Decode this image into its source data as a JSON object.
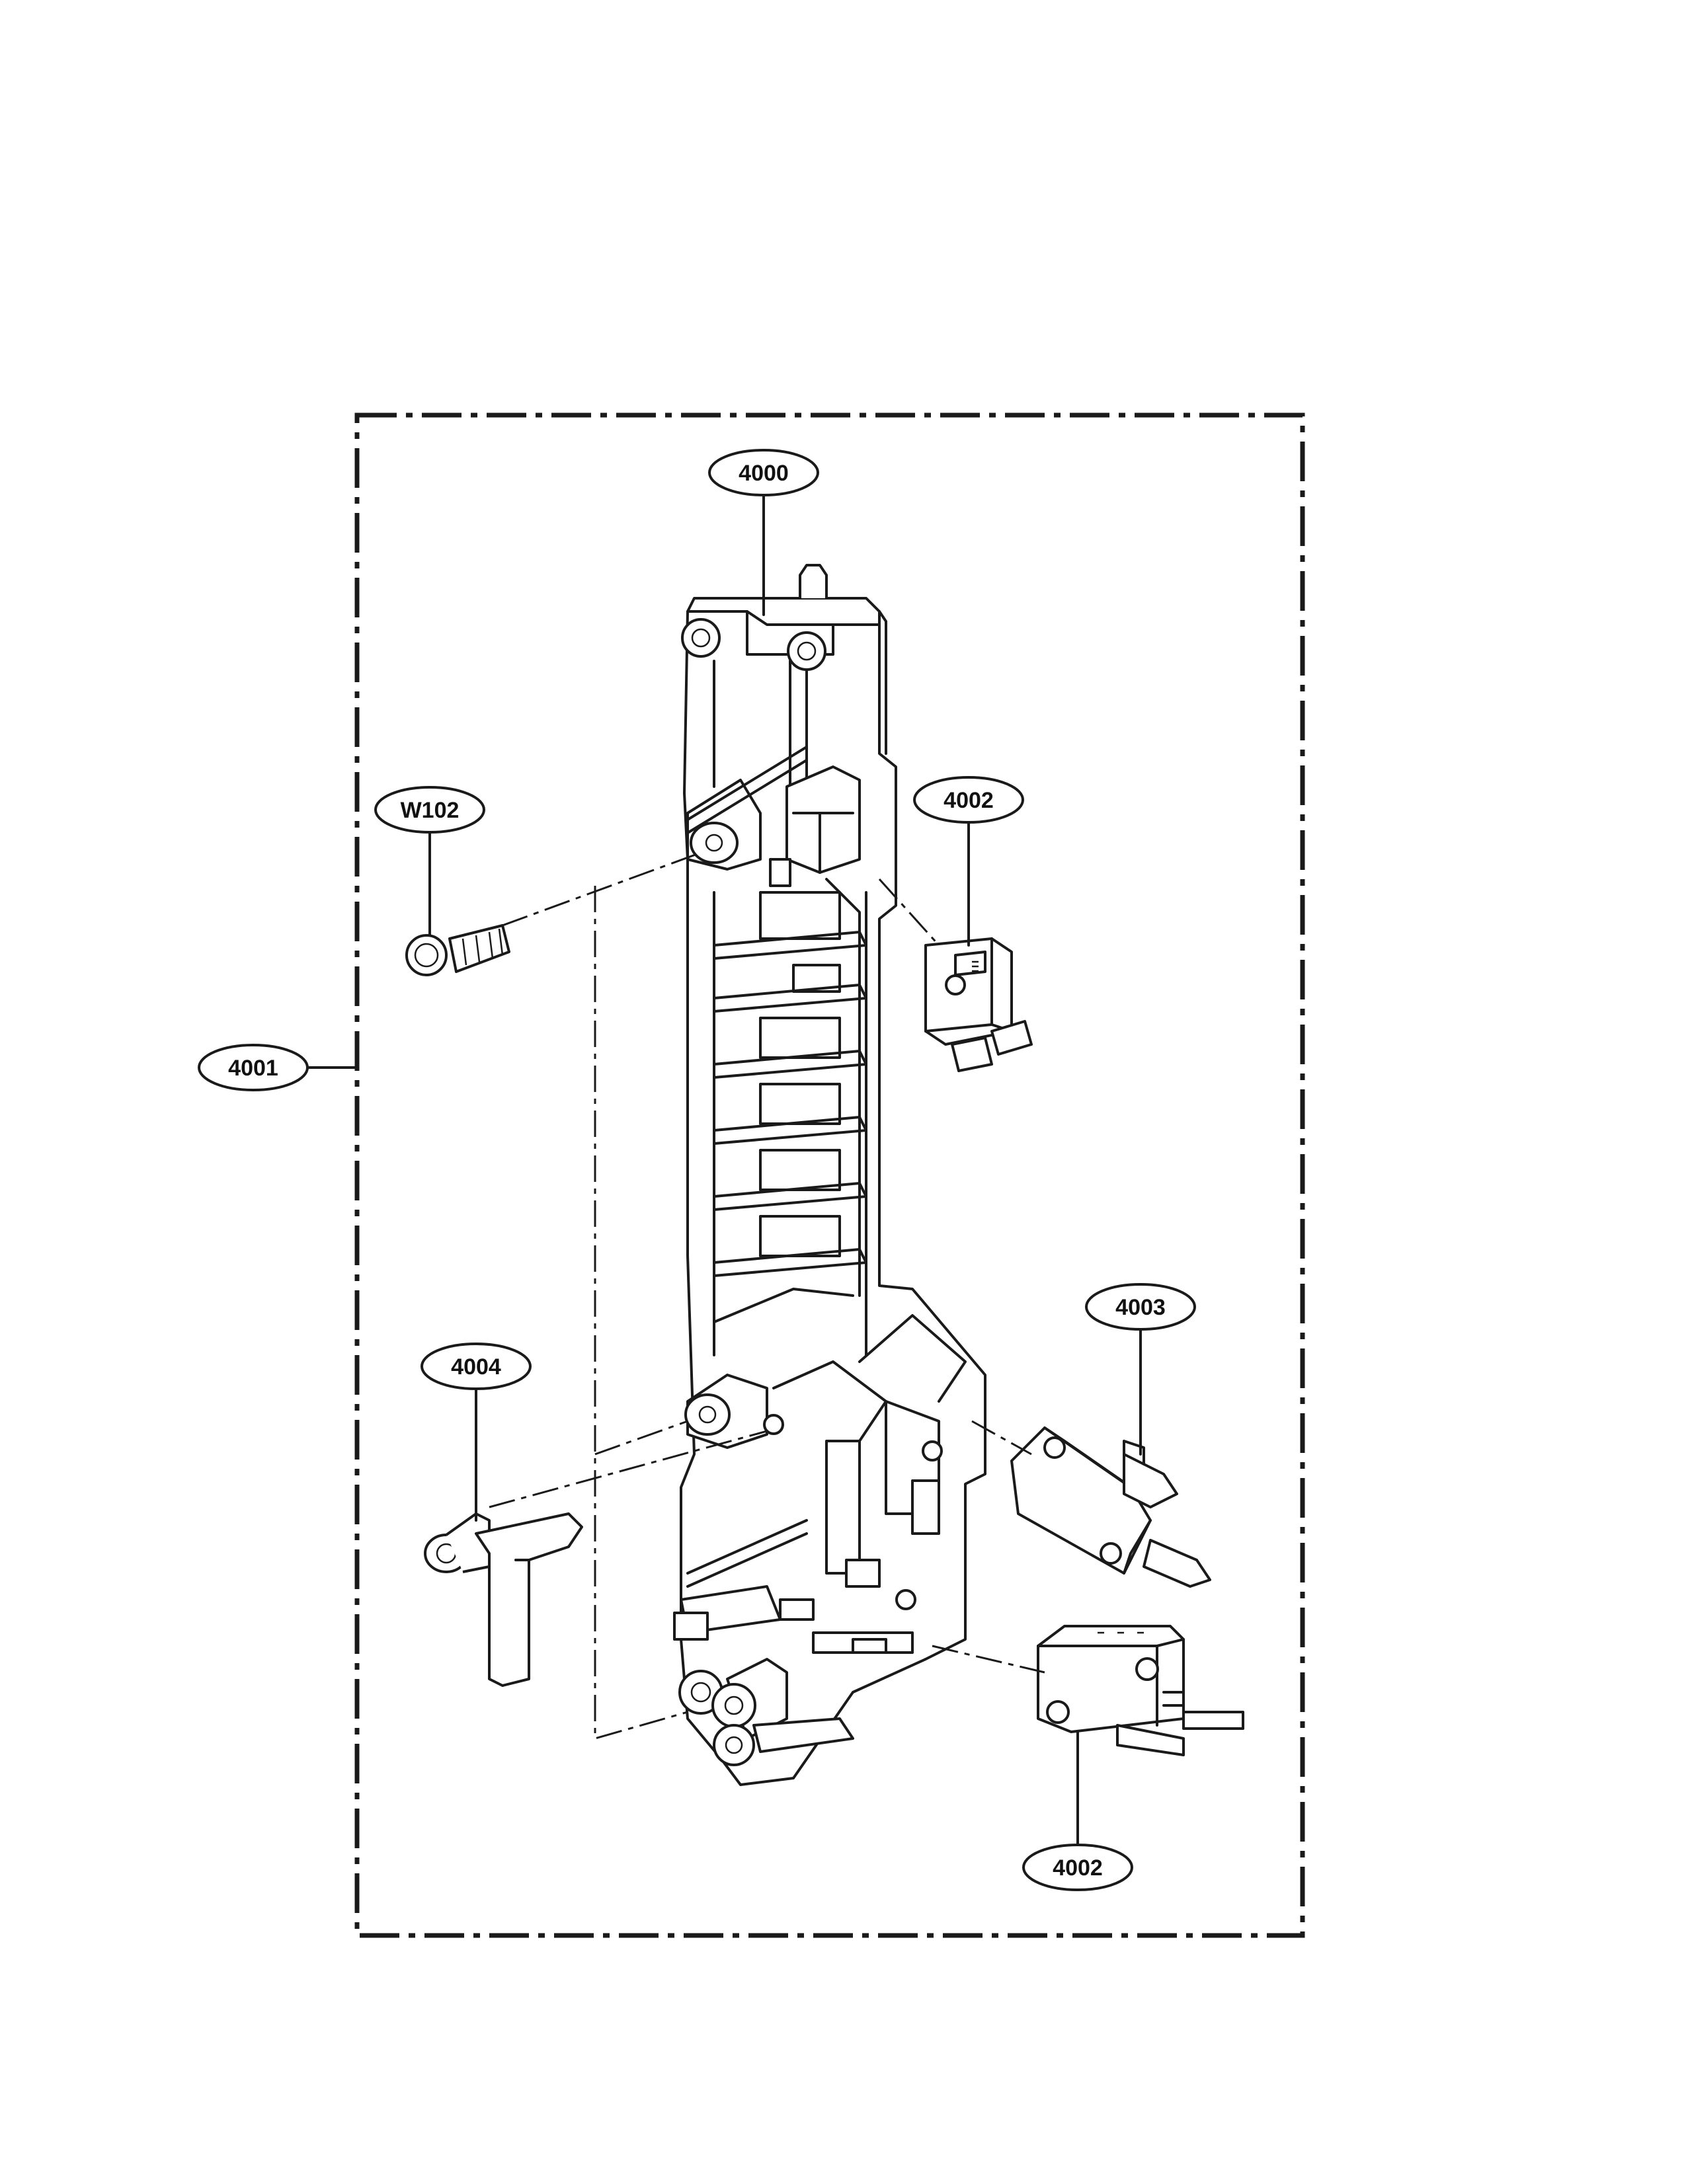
{
  "callouts": {
    "c4000": "4000",
    "c4001": "4001",
    "c4002_top": "4002",
    "c4002_bottom": "4002",
    "c4003": "4003",
    "c4004": "4004",
    "cW102": "W102"
  },
  "colors": {
    "line": "#1a1a1a",
    "background": "#ffffff"
  }
}
